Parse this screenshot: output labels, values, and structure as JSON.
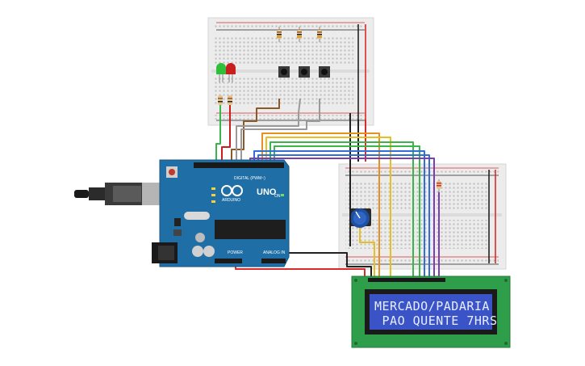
{
  "arduino": {
    "model_label": "UNO",
    "brand_label": "ARDUINO",
    "digital_label": "DIGITAL (PWM~)",
    "power_label": "POWER",
    "analog_label": "ANALOG IN",
    "on_label": "ON"
  },
  "lcd": {
    "line1": "MERCADO/PADARIA",
    "line2": " PAO QUENTE 7HRS"
  },
  "colors": {
    "board_blue": "#1f6fa6",
    "lcd_pcb": "#2e9e4a",
    "lcd_screen": "#3a54c8",
    "breadboard": "#eeeeee",
    "rail_red": "#d92b2b",
    "rail_black": "#222222",
    "wire_orange": "#e8901e",
    "wire_yellow": "#e6c020",
    "wire_green": "#39b54a",
    "wire_blue": "#2f6fd6",
    "wire_purple": "#7b3fb0",
    "wire_brown": "#8a5a2b",
    "wire_gray": "#9a9a9a",
    "led_green": "#2fbf3b",
    "led_red": "#c81e1e"
  },
  "icons": {
    "usb": "usb-connector-icon",
    "power_jack": "dc-power-jack-icon",
    "potentiometer": "potentiometer-icon",
    "push_button": "push-button-icon",
    "resistor": "resistor-icon",
    "led": "led-icon"
  }
}
